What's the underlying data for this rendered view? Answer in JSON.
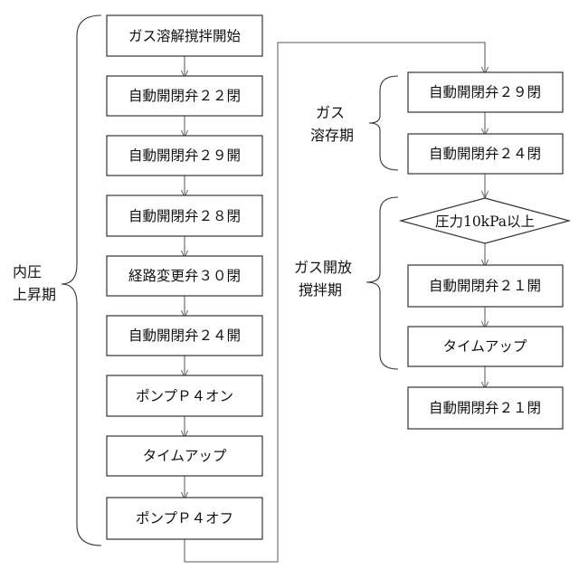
{
  "left_column": {
    "steps": [
      "ガス溶解撹拌開始",
      "自動開閉弁２２閉",
      "自動開閉弁２９開",
      "自動開閉弁２８閉",
      "経路変更弁３０閉",
      "自動開閉弁２４開",
      "ポンプＰ４オン",
      "タイムアップ",
      "ポンプＰ４オフ"
    ]
  },
  "right_column": {
    "steps": [
      "自動開閉弁２９閉",
      "自動開閉弁２４閉"
    ],
    "decision": "圧力10kPa以上",
    "steps_after": [
      "自動開閉弁２１開",
      "タイムアップ",
      "自動開閉弁２１閉"
    ]
  },
  "phases": {
    "pressure_rise": [
      "内圧",
      "上昇期"
    ],
    "gas_storage": [
      "ガス",
      "溶存期"
    ],
    "gas_release": [
      "ガス開放",
      "撹拌期"
    ]
  }
}
